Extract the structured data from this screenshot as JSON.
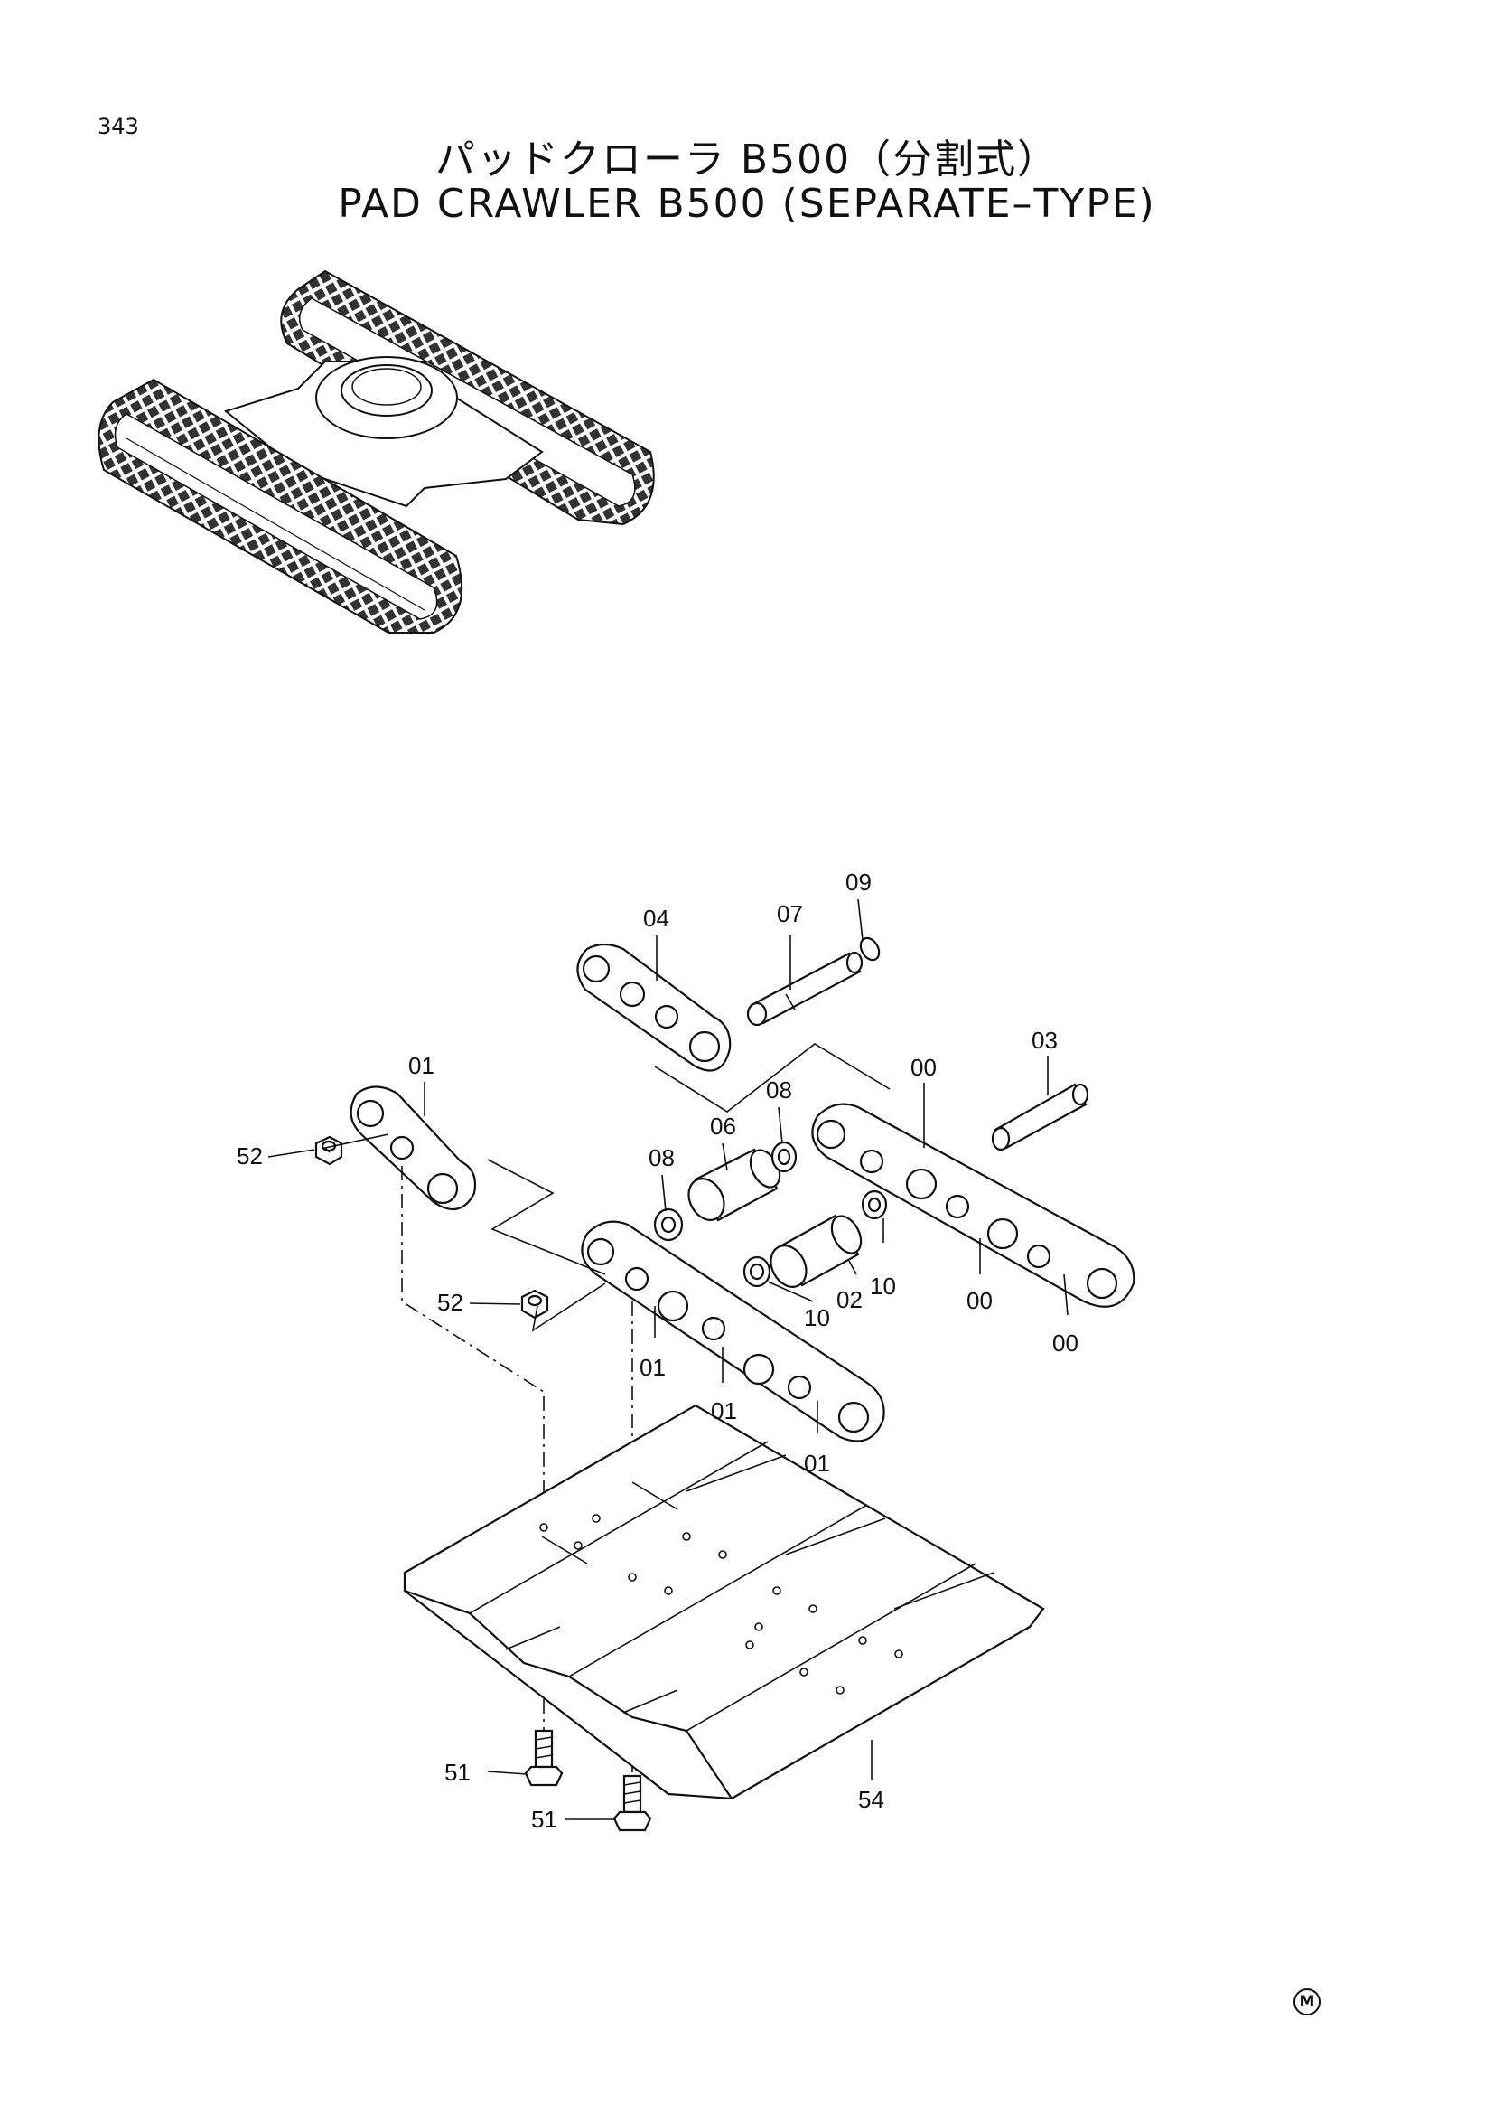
{
  "page": {
    "number": "343"
  },
  "title": {
    "japanese": "パッドクローラ B500（分割式）",
    "english": "PAD CRAWLER B500 (SEPARATE–TYPE)"
  },
  "callouts": [
    "00",
    "01",
    "02",
    "03",
    "04",
    "06",
    "07",
    "08",
    "09",
    "10",
    "51",
    "52",
    "54"
  ],
  "footer": {
    "mark": "M"
  }
}
